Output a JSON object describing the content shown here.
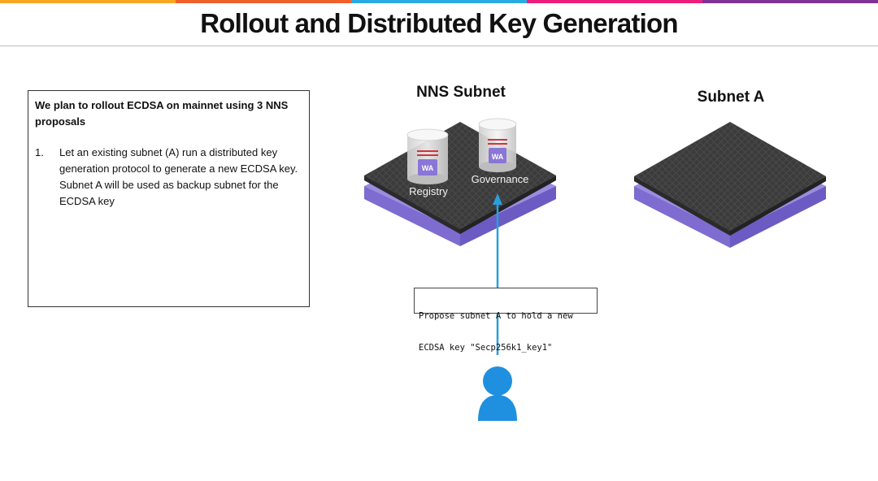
{
  "slide": {
    "title": "Rollout and Distributed Key Generation",
    "accent_colors": [
      "#f5a623",
      "#f0602b",
      "#29abe2",
      "#ed1e79",
      "#7b3294"
    ]
  },
  "textbox": {
    "heading": "We plan to rollout ECDSA on mainnet using 3 NNS proposals",
    "items": [
      {
        "number": "1.",
        "text": "Let an existing subnet (A) run a distributed key generation protocol to generate a new ECDSA key. Subnet A will be used as backup subnet for the ECDSA key"
      }
    ]
  },
  "diagram": {
    "nns_subnet": {
      "label": "NNS Subnet",
      "canisters": [
        {
          "name": "Registry",
          "badge": "WA"
        },
        {
          "name": "Governance",
          "badge": "WA"
        }
      ]
    },
    "subnet_a": {
      "label": "Subnet A"
    },
    "proposal": {
      "lines": [
        "Propose subnet A to hold a new",
        "ECDSA key \"Secp256k1_key1\""
      ]
    },
    "icons": {
      "user": "user-icon",
      "arrow": "arrow-up-icon"
    },
    "colors": {
      "chip_top": "#3d3d3d",
      "chip_base": "#8f7fdc",
      "arrow": "#2b9fdc",
      "user": "#1f8fe0",
      "canister_badge": "#8a76d6"
    }
  }
}
